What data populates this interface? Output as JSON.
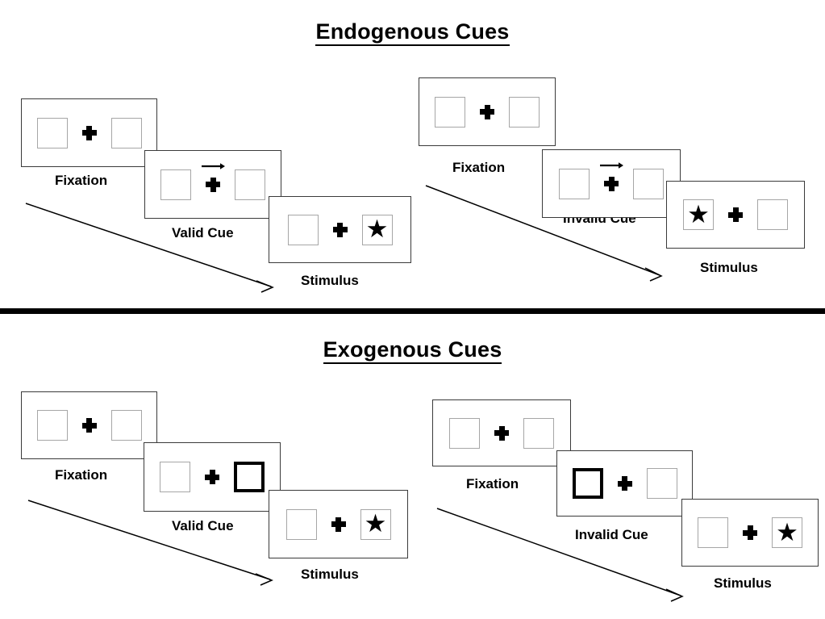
{
  "sections": [
    {
      "id": "endogenous",
      "title": "Endogenous Cues",
      "sequences": [
        {
          "id": "endogenous-valid",
          "frames": [
            {
              "label": "Fixation",
              "cue": "none",
              "arrow": "none",
              "star": "none"
            },
            {
              "label": "Valid Cue",
              "cue": "none",
              "arrow": "right",
              "star": "none"
            },
            {
              "label": "Stimulus",
              "cue": "none",
              "arrow": "none",
              "star": "right"
            }
          ]
        },
        {
          "id": "endogenous-invalid",
          "frames": [
            {
              "label": "Fixation",
              "cue": "none",
              "arrow": "none",
              "star": "none"
            },
            {
              "label": "Invalid Cue",
              "cue": "none",
              "arrow": "right",
              "star": "none"
            },
            {
              "label": "Stimulus",
              "cue": "none",
              "arrow": "none",
              "star": "left"
            }
          ]
        }
      ]
    },
    {
      "id": "exogenous",
      "title": "Exogenous Cues",
      "sequences": [
        {
          "id": "exogenous-valid",
          "frames": [
            {
              "label": "Fixation",
              "cue": "none",
              "arrow": "none",
              "star": "none"
            },
            {
              "label": "Valid Cue",
              "cue": "right",
              "arrow": "none",
              "star": "none"
            },
            {
              "label": "Stimulus",
              "cue": "none",
              "arrow": "none",
              "star": "right"
            }
          ]
        },
        {
          "id": "exogenous-invalid",
          "frames": [
            {
              "label": "Fixation",
              "cue": "none",
              "arrow": "none",
              "star": "none"
            },
            {
              "label": "Invalid Cue",
              "cue": "left",
              "arrow": "none",
              "star": "none"
            },
            {
              "label": "Stimulus",
              "cue": "none",
              "arrow": "none",
              "star": "right"
            }
          ]
        }
      ]
    }
  ],
  "glyphs": {
    "star": "★"
  },
  "colors": {
    "ink": "#000000",
    "panel_border": "#3a3a3a",
    "box_border": "#a6a6a6",
    "cued_box_border": "#000000",
    "background": "#ffffff"
  },
  "labels": {
    "endogenous_title": "Endogenous Cues",
    "exogenous_title": "Exogenous Cues",
    "fixation": "Fixation",
    "valid_cue": "Valid Cue",
    "invalid_cue": "Invalid Cue",
    "stimulus": "Stimulus"
  }
}
